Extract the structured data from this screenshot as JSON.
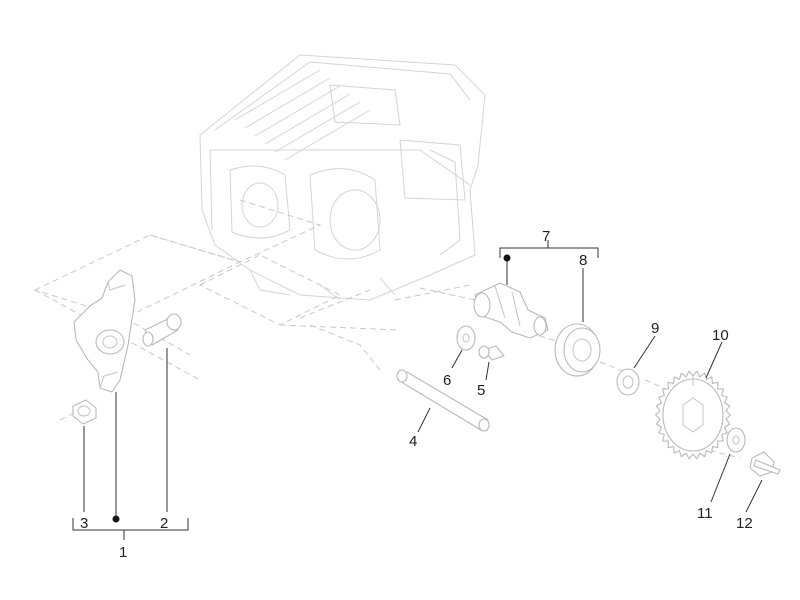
{
  "callouts": {
    "c1": "1",
    "c2": "2",
    "c3": "3",
    "c4": "4",
    "c5": "5",
    "c6": "6",
    "c7": "7",
    "c8": "8",
    "c9": "9",
    "c10": "10",
    "c11": "11",
    "c12": "12"
  },
  "colors": {
    "line_art": "#b9b9b9",
    "labels": "#222222",
    "background": "#ffffff"
  }
}
